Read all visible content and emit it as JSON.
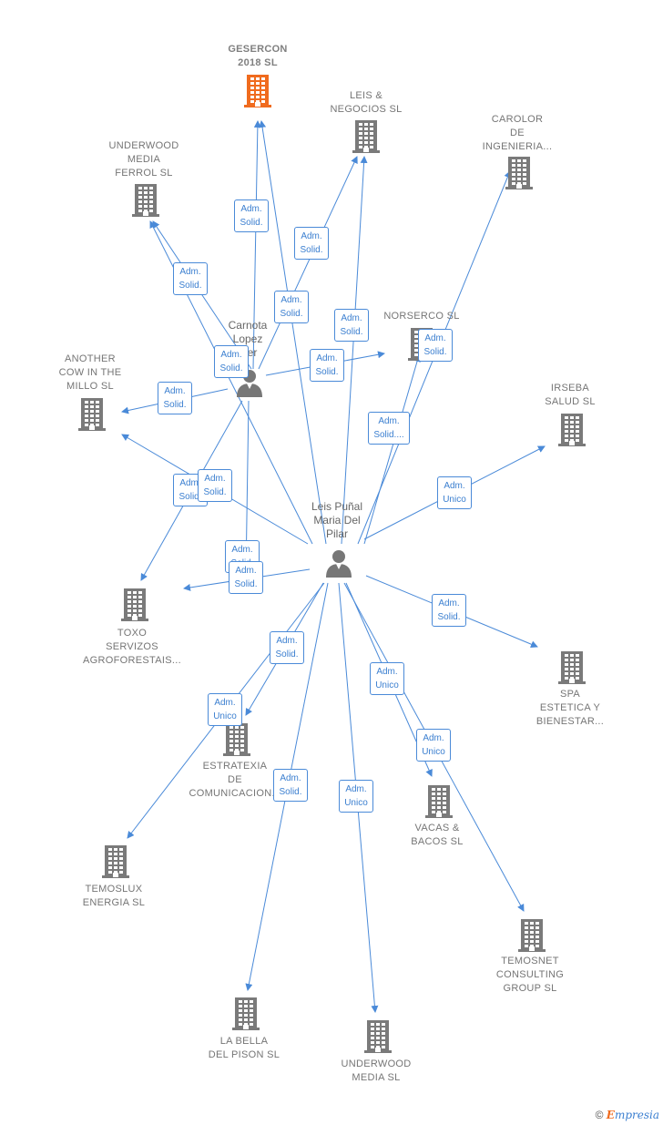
{
  "companies": [
    {
      "id": "gesercon",
      "lines": [
        "GESERCON",
        "2018  SL"
      ],
      "highlight": true
    },
    {
      "id": "leis_negocios",
      "lines": [
        "LEIS &",
        "NEGOCIOS  SL"
      ]
    },
    {
      "id": "carolor",
      "lines": [
        "CAROLOR",
        "DE",
        "INGENIERIA..."
      ]
    },
    {
      "id": "underwood_ferrol",
      "lines": [
        "UNDERWOOD",
        "MEDIA",
        "FERROL  SL"
      ]
    },
    {
      "id": "norserco",
      "lines": [
        "NORSERCO SL"
      ]
    },
    {
      "id": "another_cow",
      "lines": [
        "ANOTHER",
        "COW IN THE",
        "MILLO  SL"
      ]
    },
    {
      "id": "irseba",
      "lines": [
        "IRSEBA",
        "SALUD  SL"
      ]
    },
    {
      "id": "toxo",
      "lines": [
        "TOXO",
        "SERVIZOS",
        "AGROFORESTAIS..."
      ]
    },
    {
      "id": "spa",
      "lines": [
        "SPA",
        "ESTETICA Y",
        "BIENESTAR..."
      ]
    },
    {
      "id": "estratexia",
      "lines": [
        "ESTRATEXIA",
        "DE",
        "COMUNICACION..."
      ]
    },
    {
      "id": "vacas",
      "lines": [
        "VACAS &",
        "BACOS  SL"
      ]
    },
    {
      "id": "temoslux",
      "lines": [
        "TEMOSLUX",
        "ENERGIA  SL"
      ]
    },
    {
      "id": "temosnet",
      "lines": [
        "TEMOSNET",
        "CONSULTING",
        "GROUP  SL"
      ]
    },
    {
      "id": "labella",
      "lines": [
        "LA BELLA",
        "DEL PISON  SL"
      ]
    },
    {
      "id": "underwood_media",
      "lines": [
        "UNDERWOOD",
        "MEDIA  SL"
      ]
    }
  ],
  "persons": [
    {
      "id": "carnota",
      "lines": [
        "Carnota",
        "Lopez",
        "...er"
      ]
    },
    {
      "id": "leis",
      "lines": [
        "Leis Puñal",
        "Maria Del",
        "Pilar"
      ]
    }
  ],
  "badges": [
    {
      "text": "Adm.\nSolid."
    },
    {
      "text": "Adm.\nSolid."
    },
    {
      "text": "Adm.\nSolid."
    },
    {
      "text": "Adm.\nSolid."
    },
    {
      "text": "Adm.\nSolid."
    },
    {
      "text": "Adm.\nSolid."
    },
    {
      "text": "Adm.\nSolid."
    },
    {
      "text": "Adm.\nSolid."
    },
    {
      "text": "Adm.\nSolid."
    },
    {
      "text": "Adm.\nSolid...."
    },
    {
      "text": "Adm.\nUnico"
    },
    {
      "text": "Adm.\nSolid."
    },
    {
      "text": "Adm.\nSolid."
    },
    {
      "text": "Adm.\nSolid."
    },
    {
      "text": "Adm.\nSolid."
    },
    {
      "text": "Adm.\nSolid."
    },
    {
      "text": "Adm.\nSolid."
    },
    {
      "text": "Adm.\nUnico"
    },
    {
      "text": "Adm.\nUnico"
    },
    {
      "text": "Adm.\nUnico"
    },
    {
      "text": "Adm.\nSolid."
    },
    {
      "text": "Adm.\nUnico"
    }
  ],
  "colors": {
    "edge": "#4a8ad8",
    "building": "#7a7a7a",
    "highlight": "#f06b1e",
    "person": "#777777"
  },
  "footer": {
    "copyright": "©",
    "brand_initial": "E",
    "brand_rest": "mpresia"
  }
}
